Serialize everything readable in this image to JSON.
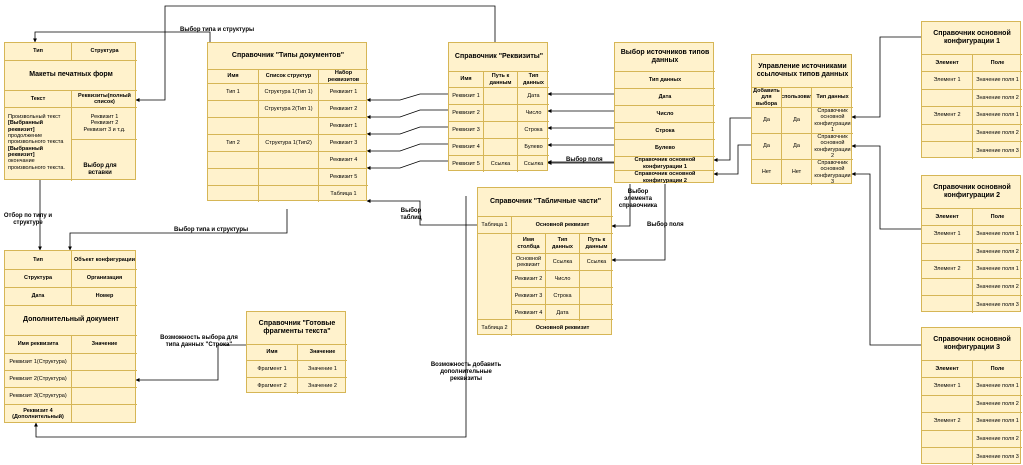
{
  "tables": {
    "print_forms": {
      "header": {
        "type": "Тип",
        "structure": "Структура"
      },
      "title": "Макеты печатных форм",
      "row": {
        "text": "Текст",
        "requisites": "Реквизиты(полный список)"
      },
      "body_text": [
        "Произвольный текст",
        "[Выбранный реквизит]",
        "продолжение произвольного текста",
        "[Выбранный реквизит]",
        "окончание произвольного текста."
      ],
      "req_list": [
        "Реквизит 1",
        "Реквизит 2",
        "Реквизит 3 и т.д."
      ]
    },
    "doc_types": {
      "title": "Справочник \"Типы документов\"",
      "headers": [
        "Имя",
        "Список структур",
        "Набор реквизитов"
      ],
      "rows": [
        [
          "Тип 1",
          "Структура 1(Тип 1)",
          "Реквизит 1"
        ],
        [
          "",
          "Структура 2(Тип 1)",
          "Реквизит 2"
        ],
        [
          "",
          "",
          "Реквизит 1"
        ],
        [
          "Тип 2",
          "Структура 1(Тип2)",
          "Реквизит 3"
        ],
        [
          "",
          "",
          "Реквизит 4"
        ],
        [
          "",
          "",
          "Реквизит 5"
        ],
        [
          "",
          "",
          "Таблица 1"
        ]
      ]
    },
    "requisites": {
      "title": "Справочник \"Реквизиты\"",
      "headers": [
        "Имя",
        "Путь к данным",
        "Тип данных"
      ],
      "rows": [
        [
          "Реквизит 1",
          "",
          "Дата"
        ],
        [
          "Реквизит 2",
          "",
          "Число"
        ],
        [
          "Реквизит 3",
          "",
          "Строка"
        ],
        [
          "Реквизит 4",
          "",
          "Булево"
        ],
        [
          "Реквизит 5",
          "Ссылка",
          "Ссылка"
        ]
      ]
    },
    "sources": {
      "title": "Выбор источников типов данных",
      "rows": [
        "Тип данных",
        "Дата",
        "Число",
        "Строка",
        "Булево",
        "Справочник основной конфигурации 1",
        "Справочник основной конфигурации 2"
      ]
    },
    "ref_mgmt": {
      "title": "Управление источниками ссылочных типов данных",
      "headers": [
        "Добавить для выбора",
        "Использовать",
        "Тип данных"
      ],
      "rows": [
        [
          "Да",
          "Да",
          "Справочник основной конфигурации 1"
        ],
        [
          "Да",
          "Да",
          "Справочник основной конфигурации 2"
        ],
        [
          "Нет",
          "Нет",
          "Справочник основной конфигурации 3"
        ]
      ]
    },
    "tab_parts": {
      "title": "Справочник \"Табличные части\"",
      "table1": "Таблица 1",
      "main_req": "Основной реквизит",
      "headers": [
        "Имя столбца",
        "Тип данных",
        "Путь к данным"
      ],
      "rows": [
        [
          "Основной реквизит",
          "Ссылка",
          "Ссылка"
        ],
        [
          "Реквизит 2",
          "Число",
          ""
        ],
        [
          "Реквизит 3",
          "Строка",
          ""
        ],
        [
          "Реквизит 4",
          "Дата",
          ""
        ]
      ],
      "table2": "Таблица 2",
      "main_req2": "Основной реквизит"
    },
    "add_doc": {
      "rows": [
        [
          "Тип",
          "Объект конфигурации"
        ],
        [
          "Структура",
          "Организация"
        ],
        [
          "Дата",
          "Номер"
        ]
      ],
      "title": "Дополнительный документ",
      "headers": [
        "Имя реквизита",
        "Значение"
      ],
      "req_rows": [
        "Реквизит 1(Структура)",
        "Реквизит 2(Структура)",
        "Реквизит 3(Структура)",
        "Реквизит 4 (Дополнительный)"
      ]
    },
    "fragments": {
      "title": "Справочник \"Готовые фрагменты текста\"",
      "headers": [
        "Имя",
        "Значение"
      ],
      "rows": [
        [
          "Фрагмент 1",
          "Значение 1"
        ],
        [
          "Фрагмент 2",
          "Значение 2"
        ]
      ]
    },
    "cfg": [
      {
        "title": "Справочник основной конфигурации 1"
      },
      {
        "title": "Справочник основной конфигурации 2"
      },
      {
        "title": "Справочник основной конфигурации 3"
      }
    ],
    "cfg_common": {
      "headers": [
        "Элемент",
        "Поле"
      ],
      "rows": [
        [
          "Элемент 1",
          "Значение поля 1"
        ],
        [
          "",
          "Значение поля 2"
        ],
        [
          "Элемент 2",
          "Значение поля 1"
        ],
        [
          "",
          "Значение поля 2"
        ],
        [
          "",
          "Значение поля 3"
        ]
      ]
    }
  },
  "labels": {
    "select_type_struct_top": "Выбор типа и структуры",
    "select_insert": "Выбор для вставки",
    "filter_by_type": "Отбор по типу и структуре",
    "select_type_struct_mid": "Выбор типа и структуры",
    "select_field1": "Выбор поля",
    "select_element": "Выбор элемента справочника",
    "select_field2": "Выбор поля",
    "select_tables": "Выбор таблиц",
    "string_choice": "Возможность выбора для типа данных \"Строка\"",
    "add_requisites": "Возможность добавить дополнительные реквизиты"
  }
}
